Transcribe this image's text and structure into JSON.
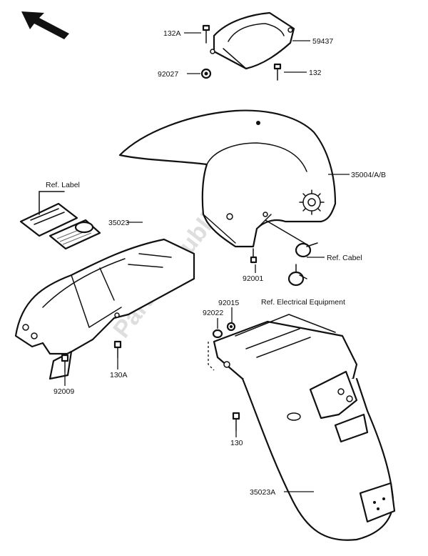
{
  "labels": {
    "l_132A": "132A",
    "l_59437": "59437",
    "l_92027": "92027",
    "l_132": "132",
    "l_35004": "35004/A/B",
    "l_ref_label": "Ref. Label",
    "l_35023": "35023",
    "l_ref_cabel": "Ref. Cabel",
    "l_92001": "92001",
    "l_ref_electrical": "Ref. Electrical Equipment",
    "l_92015": "92015",
    "l_92022": "92022",
    "l_130A": "130A",
    "l_92009": "92009",
    "l_130": "130",
    "l_35023A": "35023A"
  },
  "watermark": {
    "text": "PartsRepublik"
  },
  "colors": {
    "ink": "#111111",
    "watermark": "#d7d7d7",
    "background": "#ffffff"
  }
}
